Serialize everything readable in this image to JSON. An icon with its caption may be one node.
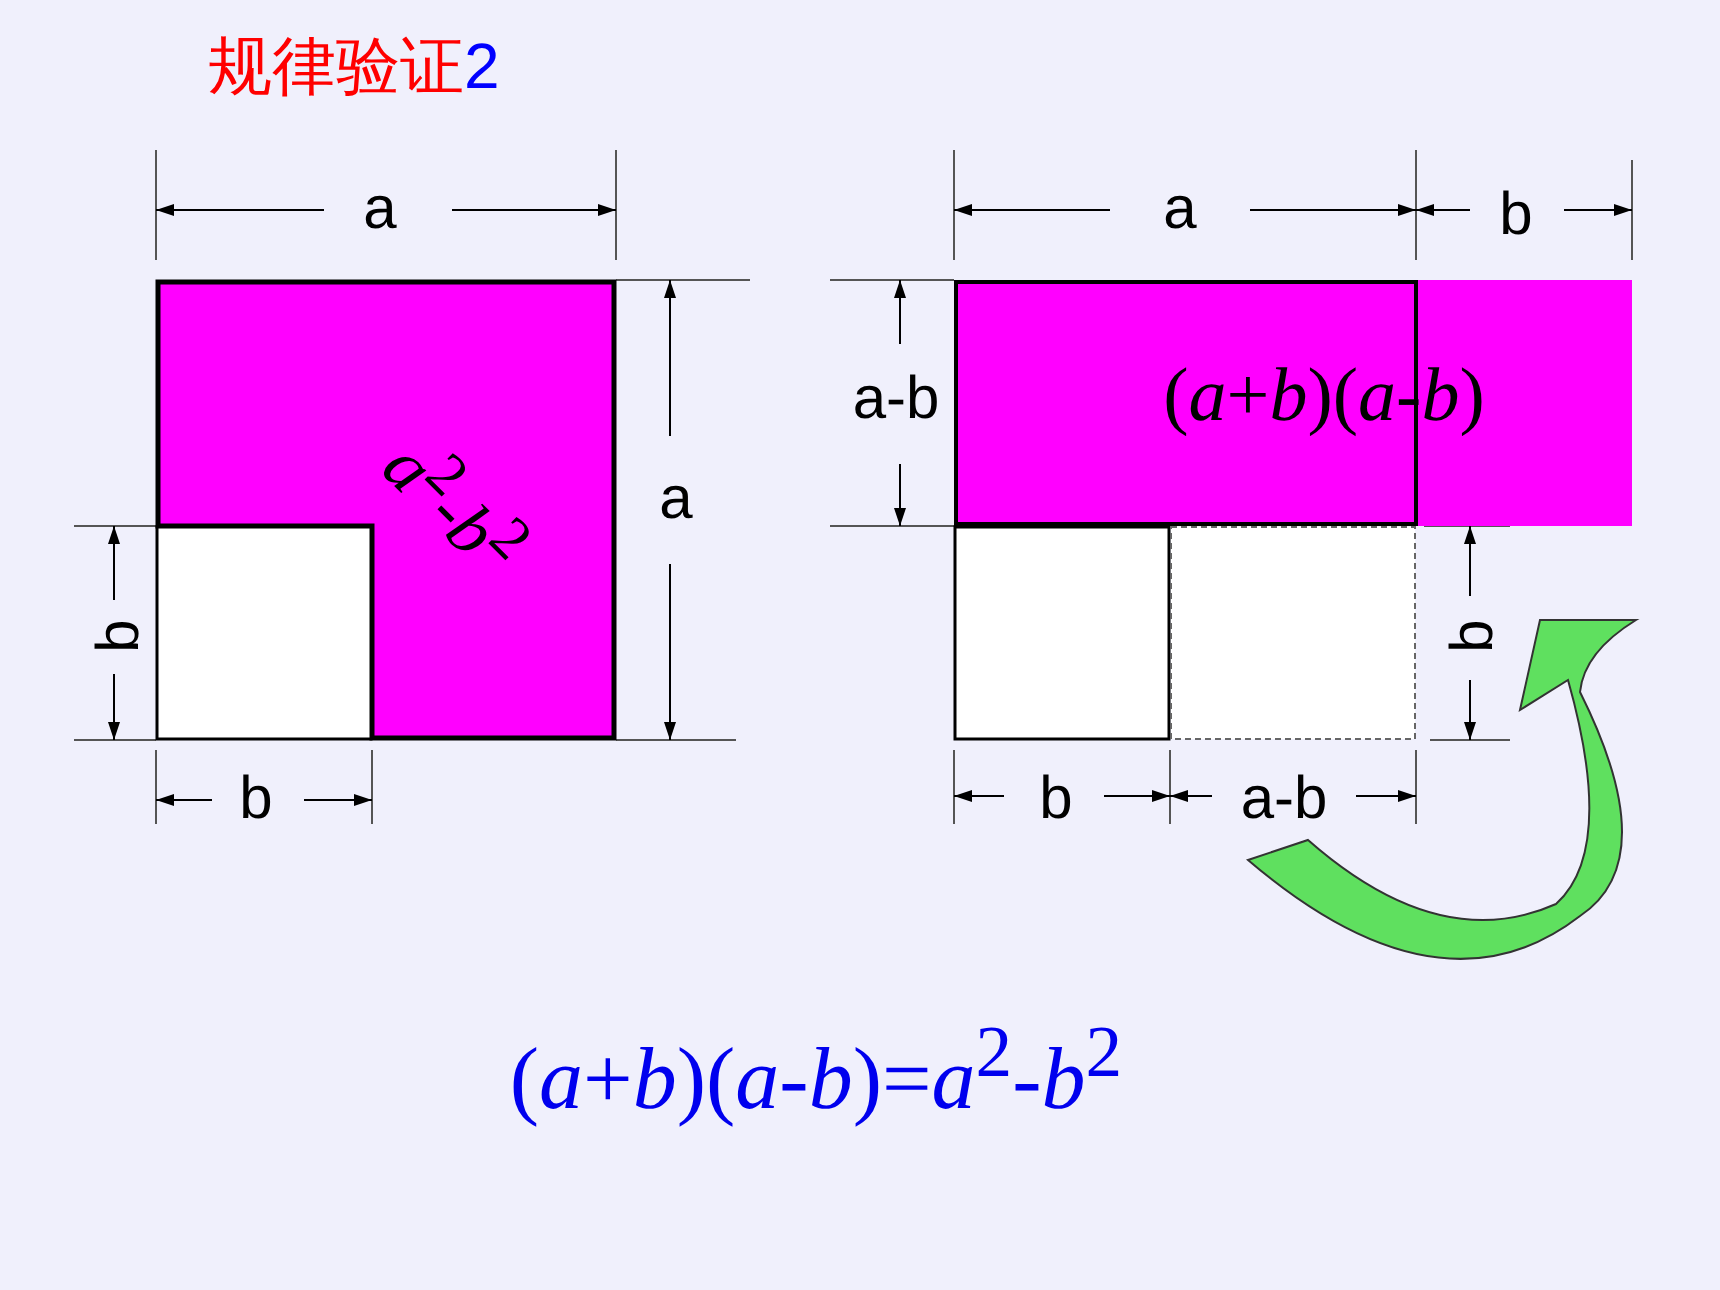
{
  "diagram": {
    "title": "规律验证2",
    "nodes": [
      {
        "text": [
          "*a*$^{2}$-*b*$^{2}$"
        ]
      },
      {
        "text": [],
        "shape": "box"
      },
      {
        "text": [
          "(*a*+*b*)(*a*-*b*)"
        ]
      },
      {
        "text": [],
        "shape": "box"
      },
      {
        "text": [],
        "shape": "box"
      }
    ],
    "edges": [],
    "labels": [
      "a",
      "a",
      "b",
      "a-b",
      "a",
      "b",
      "b",
      "b",
      "b",
      "a-b",
      "(*a*+*b*)(*a*-*b*)=*a*$^{2}$-*b*$^{2}$"
    ]
  }
}
